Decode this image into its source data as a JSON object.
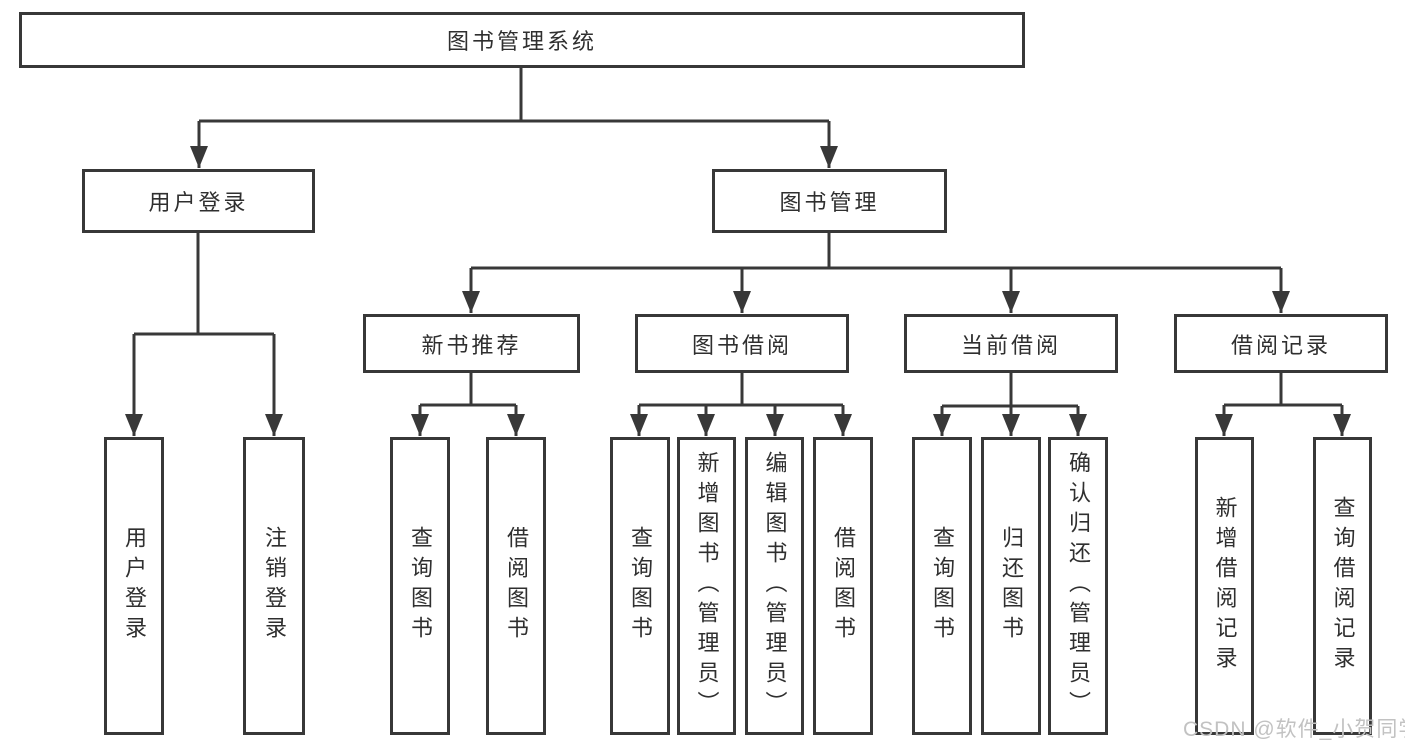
{
  "diagram_type": "hierarchy-chart",
  "tree": {
    "root": {
      "label": "图书管理系统",
      "children": [
        {
          "label": "用户登录",
          "children": [
            {
              "label": "用户登录"
            },
            {
              "label": "注销登录"
            }
          ]
        },
        {
          "label": "图书管理",
          "children": [
            {
              "label": "新书推荐",
              "children": [
                {
                  "label": "查询图书"
                },
                {
                  "label": "借阅图书"
                }
              ]
            },
            {
              "label": "图书借阅",
              "children": [
                {
                  "label": "查询图书"
                },
                {
                  "label": "新增图书（管理员）"
                },
                {
                  "label": "编辑图书（管理员）"
                },
                {
                  "label": "借阅图书"
                }
              ]
            },
            {
              "label": "当前借阅",
              "children": [
                {
                  "label": "查询图书"
                },
                {
                  "label": "归还图书"
                },
                {
                  "label": "确认归还（管理员）"
                }
              ]
            },
            {
              "label": "借阅记录",
              "children": [
                {
                  "label": "新增借阅记录"
                },
                {
                  "label": "查询借阅记录"
                }
              ]
            }
          ]
        }
      ]
    }
  },
  "watermark": "CSDN @软件_小贺同学",
  "colors": {
    "line": "#383838",
    "box_border": "#383838",
    "text": "#2f2f2f",
    "watermark": "#c2c2c2",
    "background": "#ffffff"
  }
}
